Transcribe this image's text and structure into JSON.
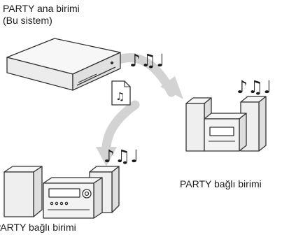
{
  "labels": {
    "host_line1": "PARTY ana birimi",
    "host_line2": "(Bu sistem)",
    "guest_right": "PARTY bağlı birimi",
    "guest_bottom": "PARTY bağlı birimi"
  },
  "icons": {
    "music_notes": "♪♫♩",
    "file": "music-file-icon"
  },
  "colors": {
    "arrow": "#d3d3d3",
    "device_fill": "#f2f2f2",
    "device_stroke": "#333333"
  }
}
